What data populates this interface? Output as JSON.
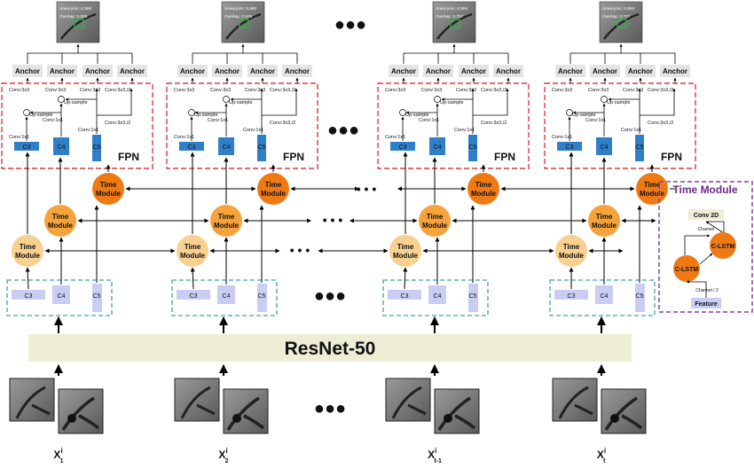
{
  "backbone": {
    "label": "ResNet-50"
  },
  "ellipsis": "●●●",
  "ellipsis_small": "• • •",
  "time_module": {
    "line1": "Time",
    "line2": "Module"
  },
  "fpn": {
    "label": "FPN"
  },
  "anchor_label": "Anchor",
  "feature_labels": [
    "C3",
    "C4",
    "C5"
  ],
  "conv_labels": {
    "conv3x3": "Conv:3x3",
    "conv1x1": "Conv:1x1",
    "conv3x3s2": "Conv:3x3,/2",
    "upsample": "Up-sample"
  },
  "columns": [
    {
      "input_main": "X",
      "input_sup": "i",
      "input_sub": "1",
      "result_line1": "Aneurysm: 0.980",
      "result_line2": "Overlap: 0.686"
    },
    {
      "input_main": "X",
      "input_sup": "i",
      "input_sub": "2",
      "result_line1": "Aneurysm: 0.980",
      "result_line2": "Overlap: 0.845"
    },
    {
      "input_main": "X",
      "input_sup": "i",
      "input_sub": "t-1",
      "result_line1": "Aneurysm: 0.984",
      "result_line2": "Overlap: 0.757"
    },
    {
      "input_main": "X",
      "input_sup": "i",
      "input_sub": "t",
      "result_line1": "Aneurysm: 0.984",
      "result_line2": "Overlap: 0.727"
    }
  ],
  "legend": {
    "title": "Time Module",
    "conv2d": "Conv 2D",
    "clstm": "C-LSTM",
    "channel": "Channel",
    "channel_half": "Channel / 2",
    "feature": "Feature"
  },
  "colors": {
    "dark_blue": "#2f7ec8",
    "light_lavender": "#c9cdf3",
    "orange_dark": "#ef7a14",
    "orange_mid": "#f7a33b",
    "orange_light": "#f8d08f",
    "fpn_border": "#e23a3a",
    "feature_border": "#3aa6a0",
    "legend_border": "#8b3fa8",
    "backbone_fill": "#eeeed6",
    "anchor_fill": "#e4e4e4"
  }
}
